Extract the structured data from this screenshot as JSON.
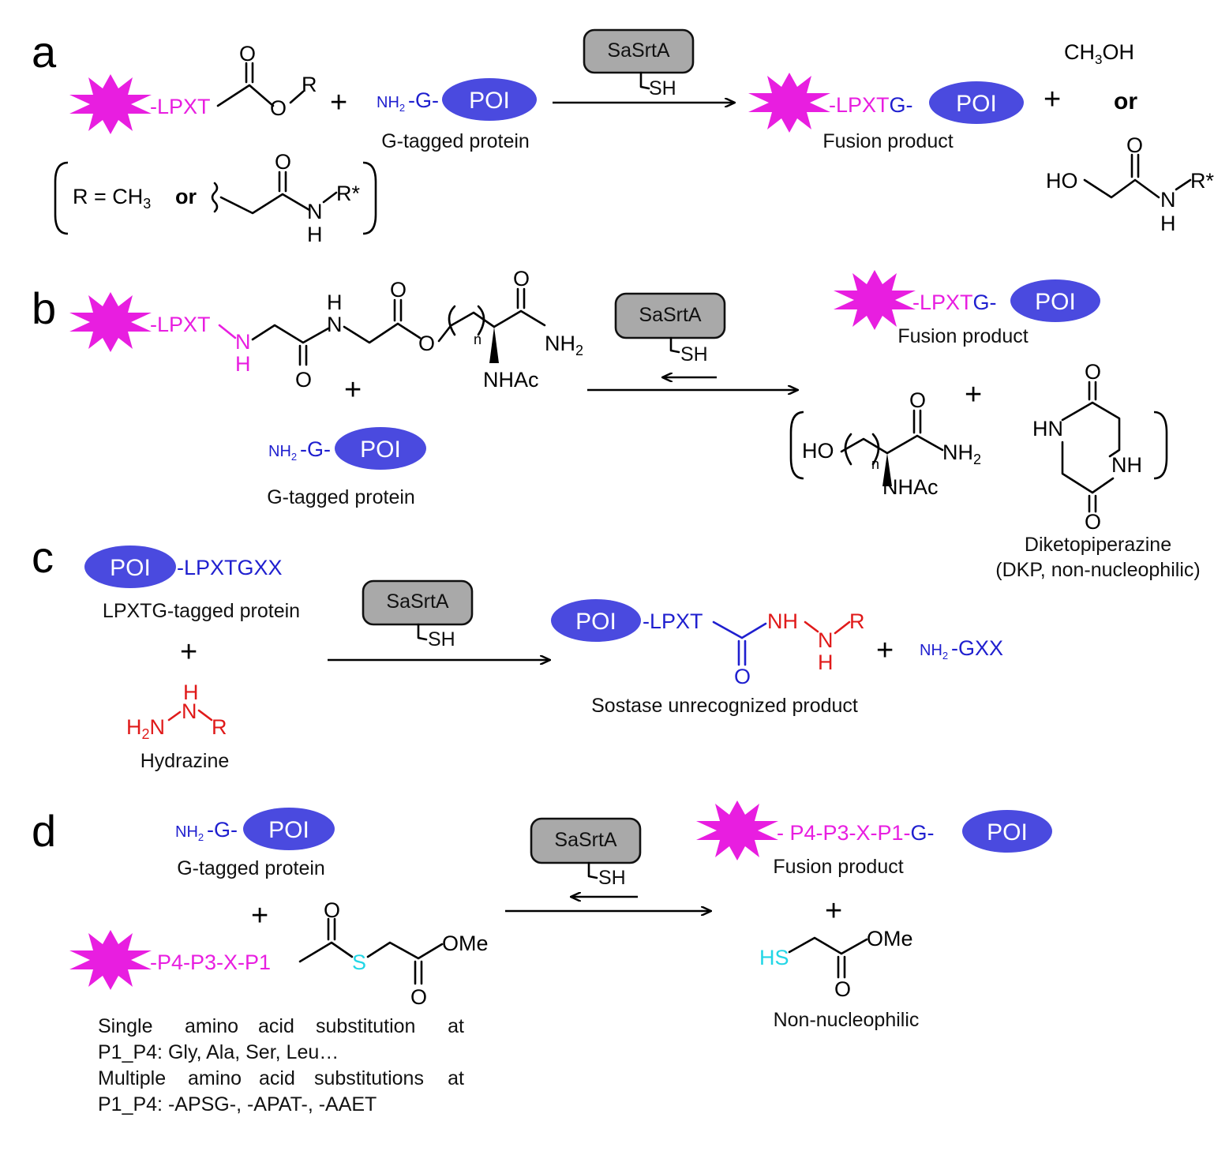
{
  "panels": {
    "a": "a",
    "b": "b",
    "c": "c",
    "d": "d"
  },
  "common": {
    "poi": "POI",
    "enzyme": "SaSrtA",
    "sh": "SH",
    "plus": "+",
    "or": "or",
    "g_tagged_protein": "G-tagged protein",
    "fusion_product": "Fusion product",
    "nh2": "NH",
    "sub2": "2",
    "g_dash": "-G-",
    "g_dash_tail": "G-",
    "lpxt": "-LPXT",
    "lpxt_plain": "LPXT",
    "o": "O",
    "n": "N",
    "h": "H",
    "rstar": "R*",
    "r": "R"
  },
  "a": {
    "methanol_pre": "CH",
    "methanol_sub": "3",
    "methanol_post": "OH",
    "r_eq": "R = CH",
    "r_eq_sub": "3",
    "ho": "HO"
  },
  "b": {
    "nhac": "NHAc",
    "nsub": "n",
    "ho": "HO",
    "hn": "HN",
    "nh": "NH",
    "dkp_name": "Diketopiperazine",
    "dkp_note": "(DKP, non-nucleophilic)"
  },
  "c": {
    "poi_tag": "-LPXTGXX",
    "lpxtg_label": "LPXTG-tagged protein",
    "h2n": "H",
    "h2n_post": "N",
    "hydrazine": "Hydrazine",
    "nh": "NH",
    "product_label": "Sostase unrecognized product",
    "gxx": "-GXX",
    "lpxt_prod": "-LPXT"
  },
  "d": {
    "p4seq": "-P4-P3-X-P1",
    "p4seq_prod": "- P4-P3-X-P1-",
    "s": "S",
    "ome": "OMe",
    "hs": "HS",
    "non_nuc": "Non-nucleophilic",
    "note_line1_words": [
      "Single",
      "amino",
      "acid",
      "substitution",
      "at"
    ],
    "note_line2": "P1_P4: Gly, Ala, Ser, Leu…",
    "note_line3_words": [
      "Multiple",
      "amino",
      "acid",
      "substitutions",
      "at"
    ],
    "note_line4": "P1_P4: -APSG-, -APAT-, -AAET"
  },
  "colors": {
    "magenta": "#e81ee0",
    "blue": "#1f1fcf",
    "red": "#e01a1a",
    "cyan": "#22d6e6",
    "poi_fill": "#4a4adf",
    "enzyme_fill": "#a9a9a9"
  }
}
